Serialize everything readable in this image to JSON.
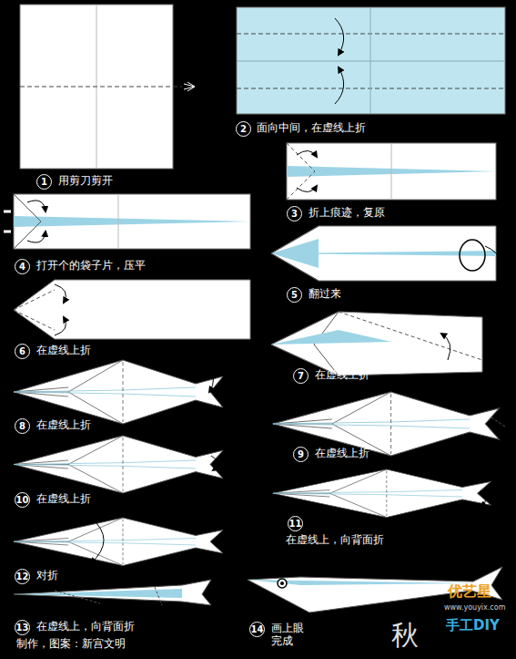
{
  "diagram": {
    "labels": [
      "1",
      "用剪刀剪开",
      "2",
      "面向中间，在虚线上折",
      "3",
      "折上痕迹，复原",
      "4",
      "打开个的袋子片，压平",
      "5",
      "翻过来",
      "6",
      "在虚线上折",
      "7",
      "在虚线上折",
      "8",
      "在虚线上折",
      "9",
      "在虚线上折",
      "10",
      "在虚线上折",
      "11",
      "在虚线上，向背面折",
      "12",
      "对折",
      "13",
      "在虚线上，向背面折",
      "制作，图案：新宫文明",
      "14",
      "画上眼 完成",
      "秋",
      "优艺星",
      "www.youyix.com",
      "手工DIY"
    ]
  }
}
